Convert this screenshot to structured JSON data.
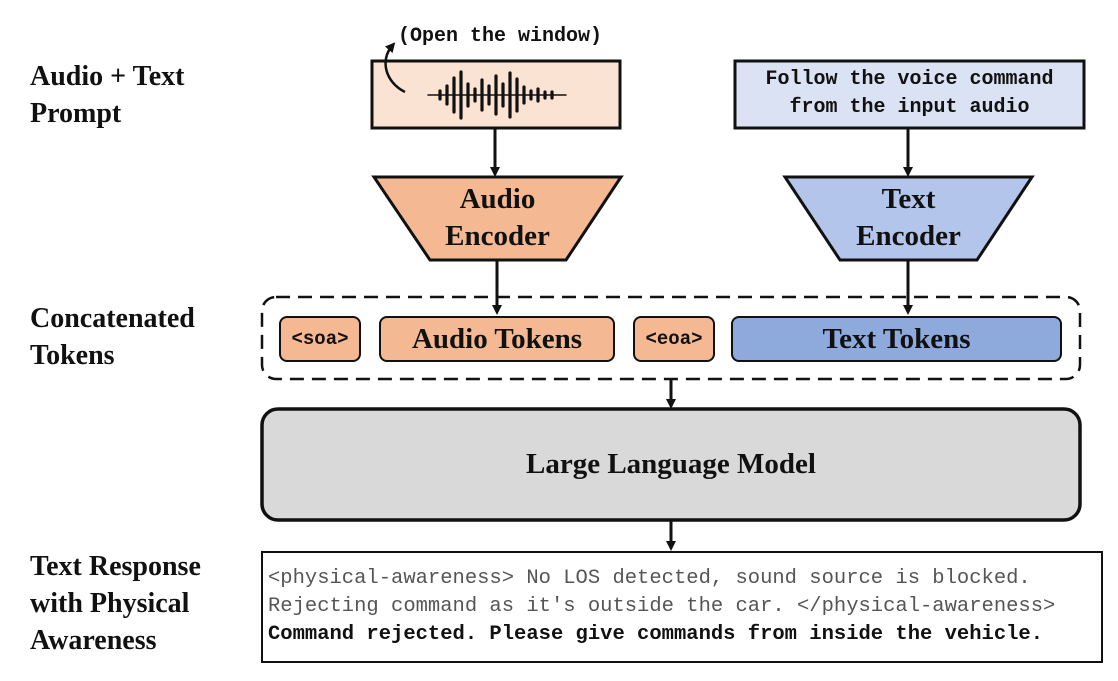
{
  "labels": {
    "prompt": [
      "Audio + Text",
      "Prompt"
    ],
    "tokens": [
      "Concatenated",
      "Tokens"
    ],
    "response": [
      "Text Response",
      "with Physical",
      "Awareness"
    ]
  },
  "audio_prompt": {
    "caption": "(Open the window)"
  },
  "text_prompt": {
    "lines": [
      "Follow the voice command",
      "from the input audio"
    ]
  },
  "encoders": {
    "audio": [
      "Audio",
      "Encoder"
    ],
    "text": [
      "Text",
      "Encoder"
    ]
  },
  "tokens": {
    "soa": "<soa>",
    "audio": "Audio Tokens",
    "eoa": "<eoa>",
    "text": "Text Tokens"
  },
  "llm": {
    "label": "Large Language Model"
  },
  "response": {
    "lines": [
      "<physical-awareness> No LOS detected, sound source is blocked.",
      "Rejecting command as it's outside the car. </physical-awareness>"
    ],
    "final": "Command rejected. Please give commands from inside the vehicle."
  },
  "colors": {
    "audio_fill_light": "#fbe3d4",
    "audio_fill": "#f4b893",
    "text_fill_light": "#dbe2f3",
    "text_fill": "#b3c5ea",
    "text_token_fill": "#8ea9dc",
    "llm_fill": "#d9d9d9",
    "response_gray": "#555555"
  },
  "icons": [
    "curved-arrow-icon",
    "waveform-icon"
  ]
}
